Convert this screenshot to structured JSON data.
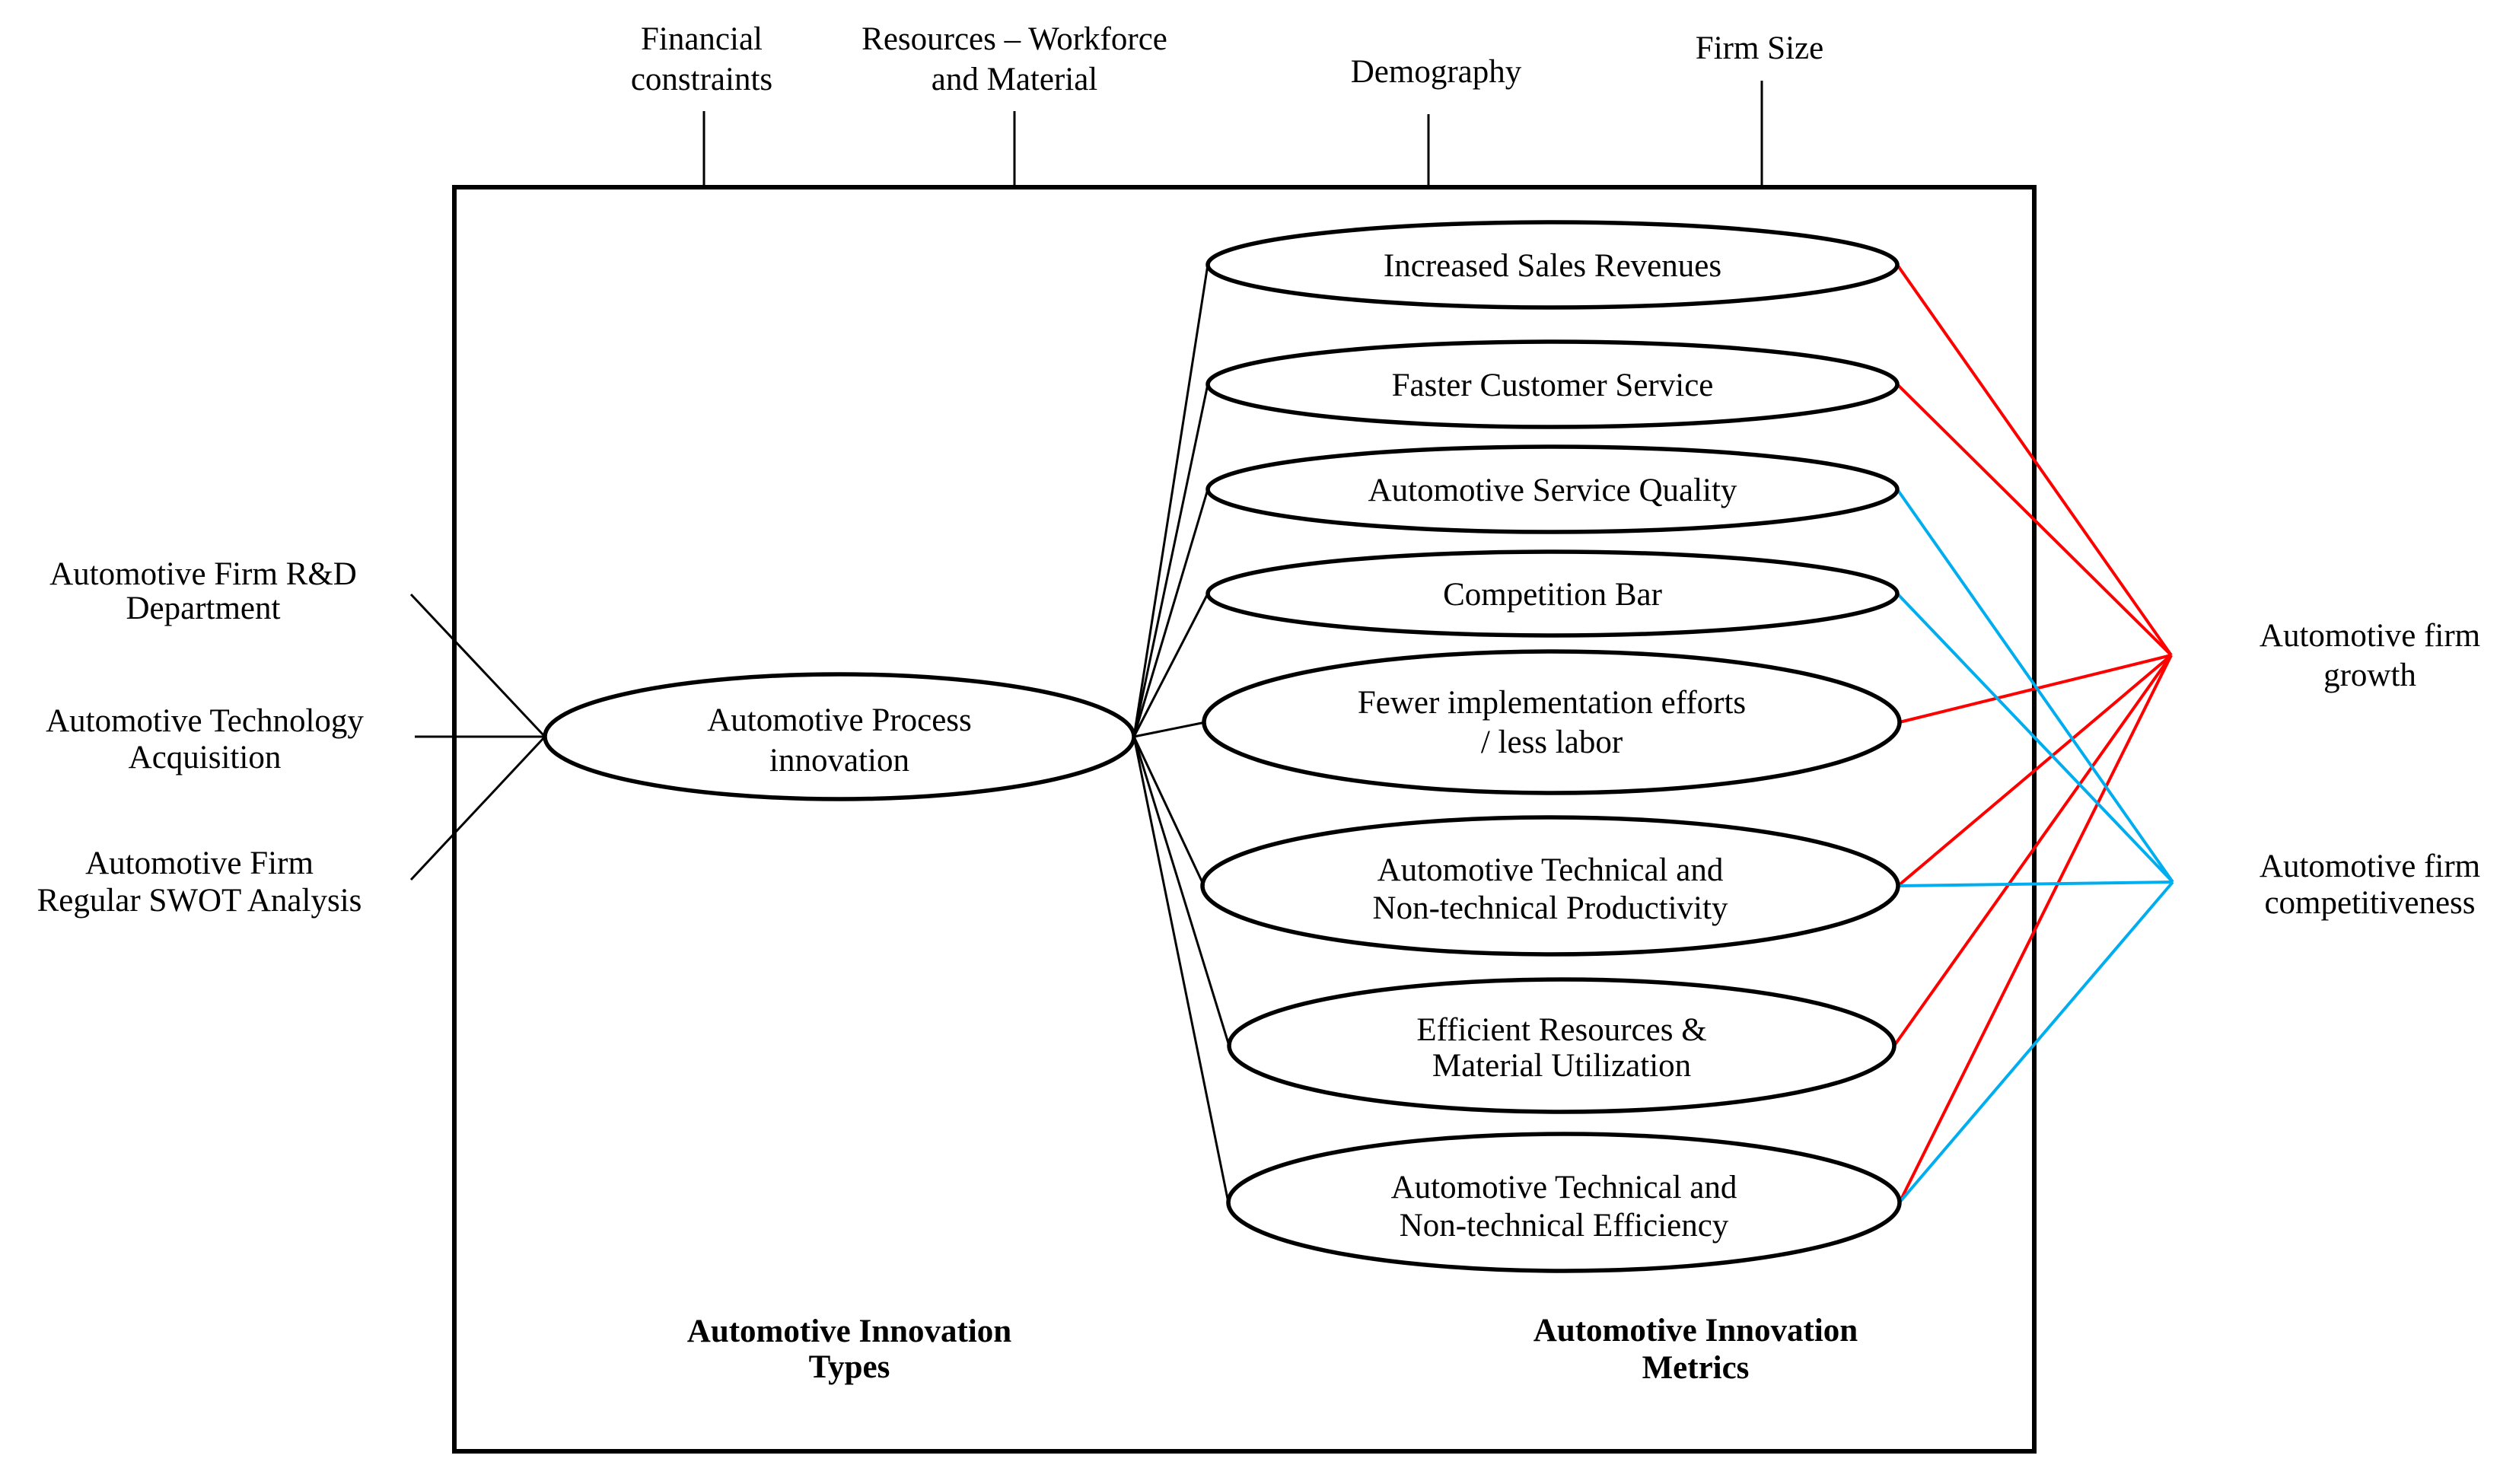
{
  "colors": {
    "outline": "#000000",
    "growth_link": "#fe0000",
    "competitiveness_link": "#00aeef",
    "background": "#ffffff"
  },
  "top_factors": [
    {
      "label": "Financial constraints",
      "line1": "Financial",
      "line2": "constraints"
    },
    {
      "label": "Resources – Workforce and Material",
      "line1": "Resources – Workforce",
      "line2": "and Material"
    },
    {
      "label": "Demography",
      "line1": "Demography",
      "line2": ""
    },
    {
      "label": "Firm Size",
      "line1": "Firm Size",
      "line2": ""
    }
  ],
  "left_inputs": [
    {
      "label": "Automotive Firm R&D Department",
      "line1": "Automotive Firm R&D",
      "line2": "Department"
    },
    {
      "label": "Automotive Technology Acquisition",
      "line1": "Automotive Technology",
      "line2": "Acquisition"
    },
    {
      "label": "Automotive Firm Regular SWOT Analysis",
      "line1": "Automotive Firm",
      "line2": "Regular SWOT Analysis"
    }
  ],
  "process_node": {
    "label": "Automotive Process innovation",
    "line1": "Automotive Process",
    "line2": "innovation"
  },
  "metrics": [
    {
      "label": "Increased Sales Revenues",
      "line1": "Increased Sales Revenues",
      "line2": ""
    },
    {
      "label": "Faster Customer Service",
      "line1": "Faster Customer Service",
      "line2": ""
    },
    {
      "label": "Automotive Service Quality",
      "line1": "Automotive Service Quality",
      "line2": ""
    },
    {
      "label": "Competition Bar",
      "line1": "Competition Bar",
      "line2": ""
    },
    {
      "label": "Fewer implementation efforts / less labor",
      "line1": "Fewer implementation efforts",
      "line2": "/ less labor"
    },
    {
      "label": "Automotive Technical and Non-technical Productivity",
      "line1": "Automotive Technical and",
      "line2": "Non-technical Productivity"
    },
    {
      "label": "Efficient Resources & Material Utilization",
      "line1": "Efficient Resources &",
      "line2": "Material Utilization"
    },
    {
      "label": "Automotive Technical and Non-technical Efficiency",
      "line1": "Automotive Technical and",
      "line2": "Non-technical Efficiency"
    }
  ],
  "outcomes": [
    {
      "label": "Automotive firm growth",
      "line1": "Automotive firm",
      "line2": "growth"
    },
    {
      "label": "Automotive firm competitiveness",
      "line1": "Automotive firm",
      "line2": "competitiveness"
    }
  ],
  "section_labels": [
    {
      "label": "Automotive Innovation Types",
      "line1": "Automotive Innovation",
      "line2": "Types"
    },
    {
      "label": "Automotive Innovation Metrics",
      "line1": "Automotive Innovation",
      "line2": "Metrics"
    }
  ]
}
